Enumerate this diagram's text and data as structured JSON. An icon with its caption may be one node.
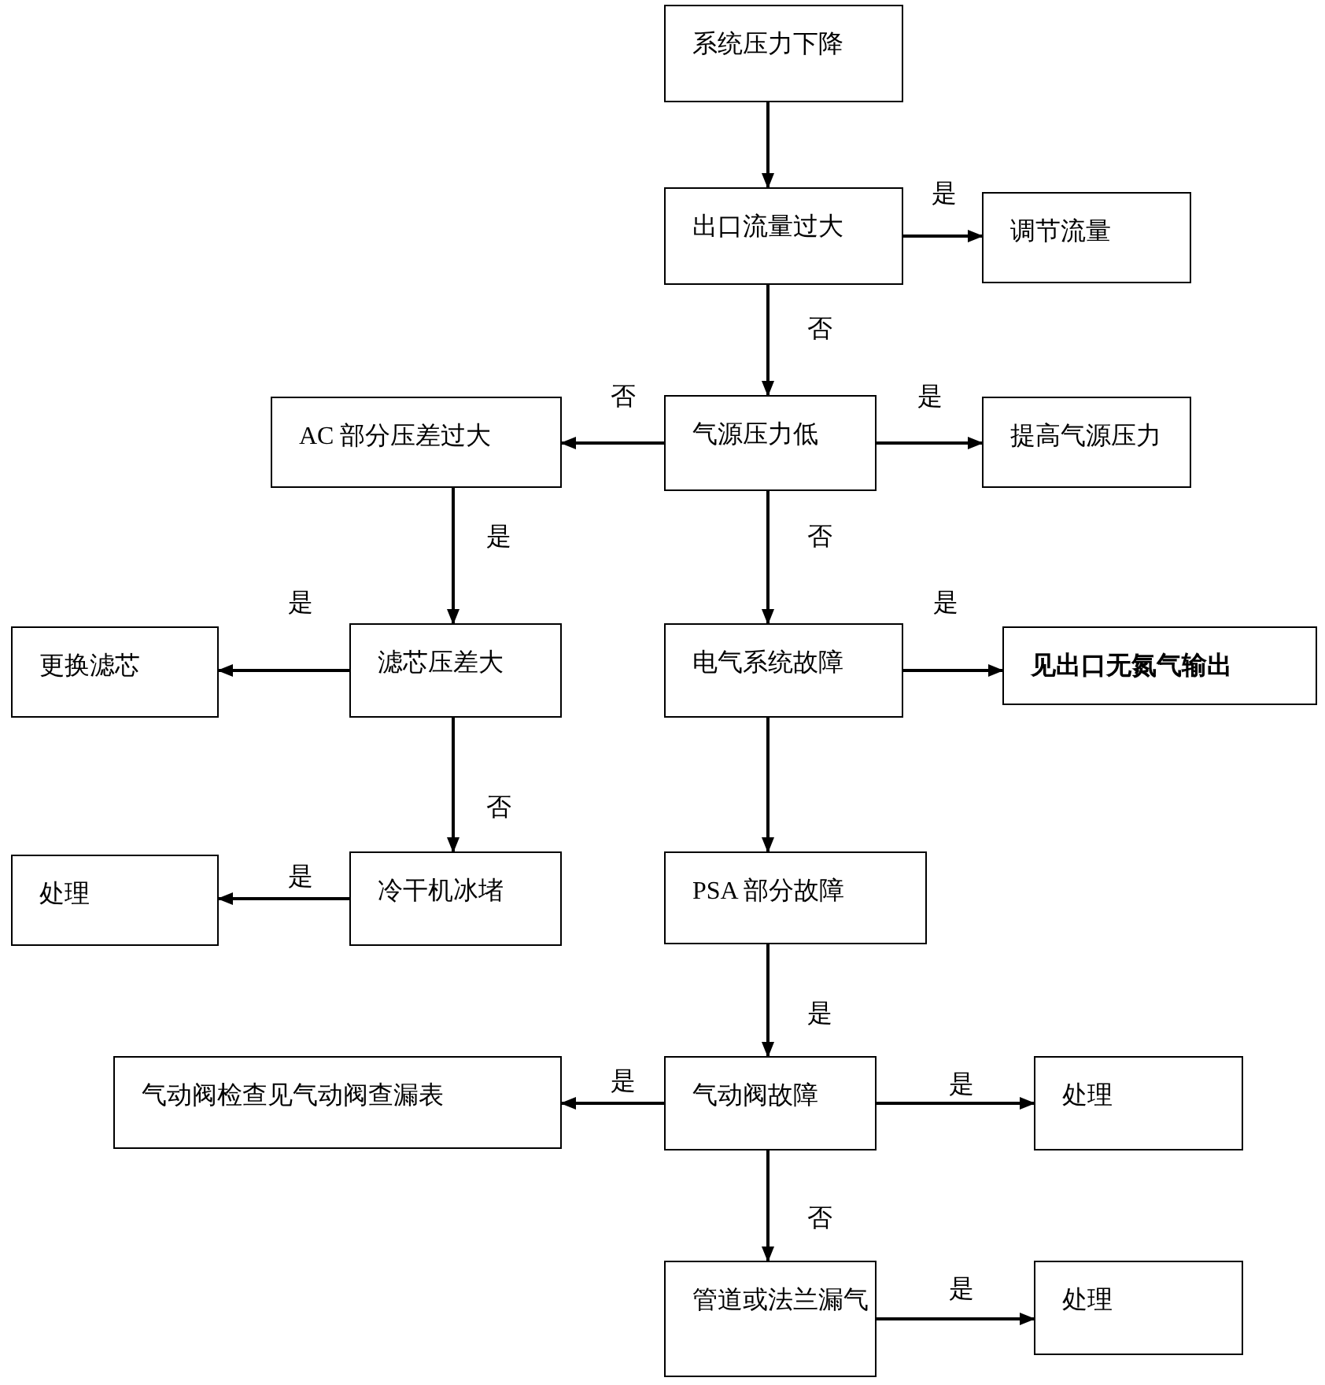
{
  "diagram": {
    "nodes": [
      {
        "text": [
          "系统压力下降"
        ]
      },
      {
        "text": [
          "出口流量过大"
        ]
      },
      {
        "text": [
          "调节流量"
        ]
      },
      {
        "text": [
          "气源压力低"
        ]
      },
      {
        "text": [
          "AC 部分压差过大"
        ]
      },
      {
        "text": [
          "提高气源压力"
        ]
      },
      {
        "text": [
          "更换滤芯"
        ]
      },
      {
        "text": [
          "滤芯压差大"
        ]
      },
      {
        "text": [
          "电气系统故障"
        ]
      },
      {
        "text": [
          "见出口无氮气输出"
        ]
      },
      {
        "text": [
          "处理"
        ]
      },
      {
        "text": [
          "冷干机冰堵"
        ]
      },
      {
        "text": [
          "PSA 部分故障"
        ]
      },
      {
        "text": [
          "气动阀检查见气动阀查漏表"
        ]
      },
      {
        "text": [
          "气动阀故障"
        ]
      },
      {
        "text": [
          "处理"
        ]
      },
      {
        "text": [
          "管道或法兰漏气"
        ]
      },
      {
        "text": [
          "处理"
        ]
      }
    ],
    "edges": [
      {
        "from": 0,
        "to": 1,
        "arrow": "to"
      },
      {
        "from": 1,
        "to": 2,
        "arrow": "to",
        "label": "是"
      },
      {
        "from": 1,
        "to": 3,
        "arrow": "to",
        "label": "否"
      },
      {
        "from": 3,
        "to": 4,
        "arrow": "to",
        "label": "否"
      },
      {
        "from": 3,
        "to": 5,
        "arrow": "to",
        "label": "是"
      },
      {
        "from": 3,
        "to": 8,
        "arrow": "to",
        "label": "否"
      },
      {
        "from": 4,
        "to": 7,
        "arrow": "to",
        "label": "是"
      },
      {
        "from": 7,
        "to": 6,
        "arrow": "to",
        "label": "是"
      },
      {
        "from": 7,
        "to": 11,
        "arrow": "to",
        "label": "否"
      },
      {
        "from": 11,
        "to": 10,
        "arrow": "to",
        "label": "是"
      },
      {
        "from": 8,
        "to": 9,
        "arrow": "to",
        "label": "是"
      },
      {
        "from": 8,
        "to": 12,
        "arrow": "to"
      },
      {
        "from": 12,
        "to": 14,
        "arrow": "to",
        "label": "是"
      },
      {
        "from": 14,
        "to": 13,
        "arrow": "to",
        "label": "是"
      },
      {
        "from": 14,
        "to": 15,
        "arrow": "to",
        "label": "是"
      },
      {
        "from": 14,
        "to": 16,
        "arrow": "to",
        "label": "否"
      },
      {
        "from": 16,
        "to": 17,
        "arrow": "to",
        "label": "是"
      }
    ]
  }
}
